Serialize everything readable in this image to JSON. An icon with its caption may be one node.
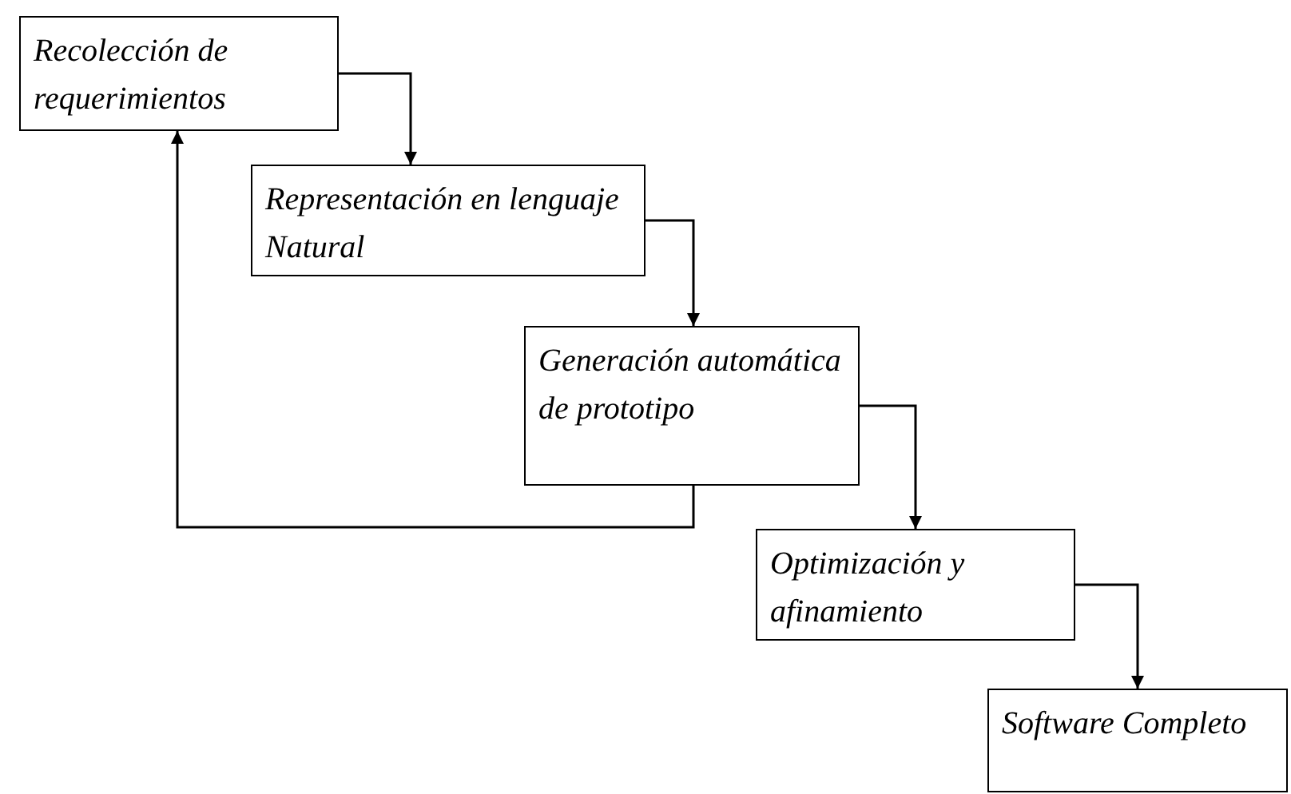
{
  "diagram": {
    "nodes": [
      {
        "text": [
          "Recolección de requerimientos"
        ]
      },
      {
        "text": [
          "Representación en lenguaje Natural"
        ]
      },
      {
        "text": [
          "Generación automática de prototipo"
        ]
      },
      {
        "text": [
          "Optimización y afinamiento"
        ]
      },
      {
        "text": [
          "Software Completo"
        ]
      }
    ],
    "edges": [
      {
        "from": 0,
        "to": 1,
        "arrow": "to"
      },
      {
        "from": 1,
        "to": 2,
        "arrow": "to"
      },
      {
        "from": 2,
        "to": 0,
        "arrow": "to"
      },
      {
        "from": 2,
        "to": 3,
        "arrow": "to"
      },
      {
        "from": 3,
        "to": 4,
        "arrow": "to"
      }
    ]
  }
}
